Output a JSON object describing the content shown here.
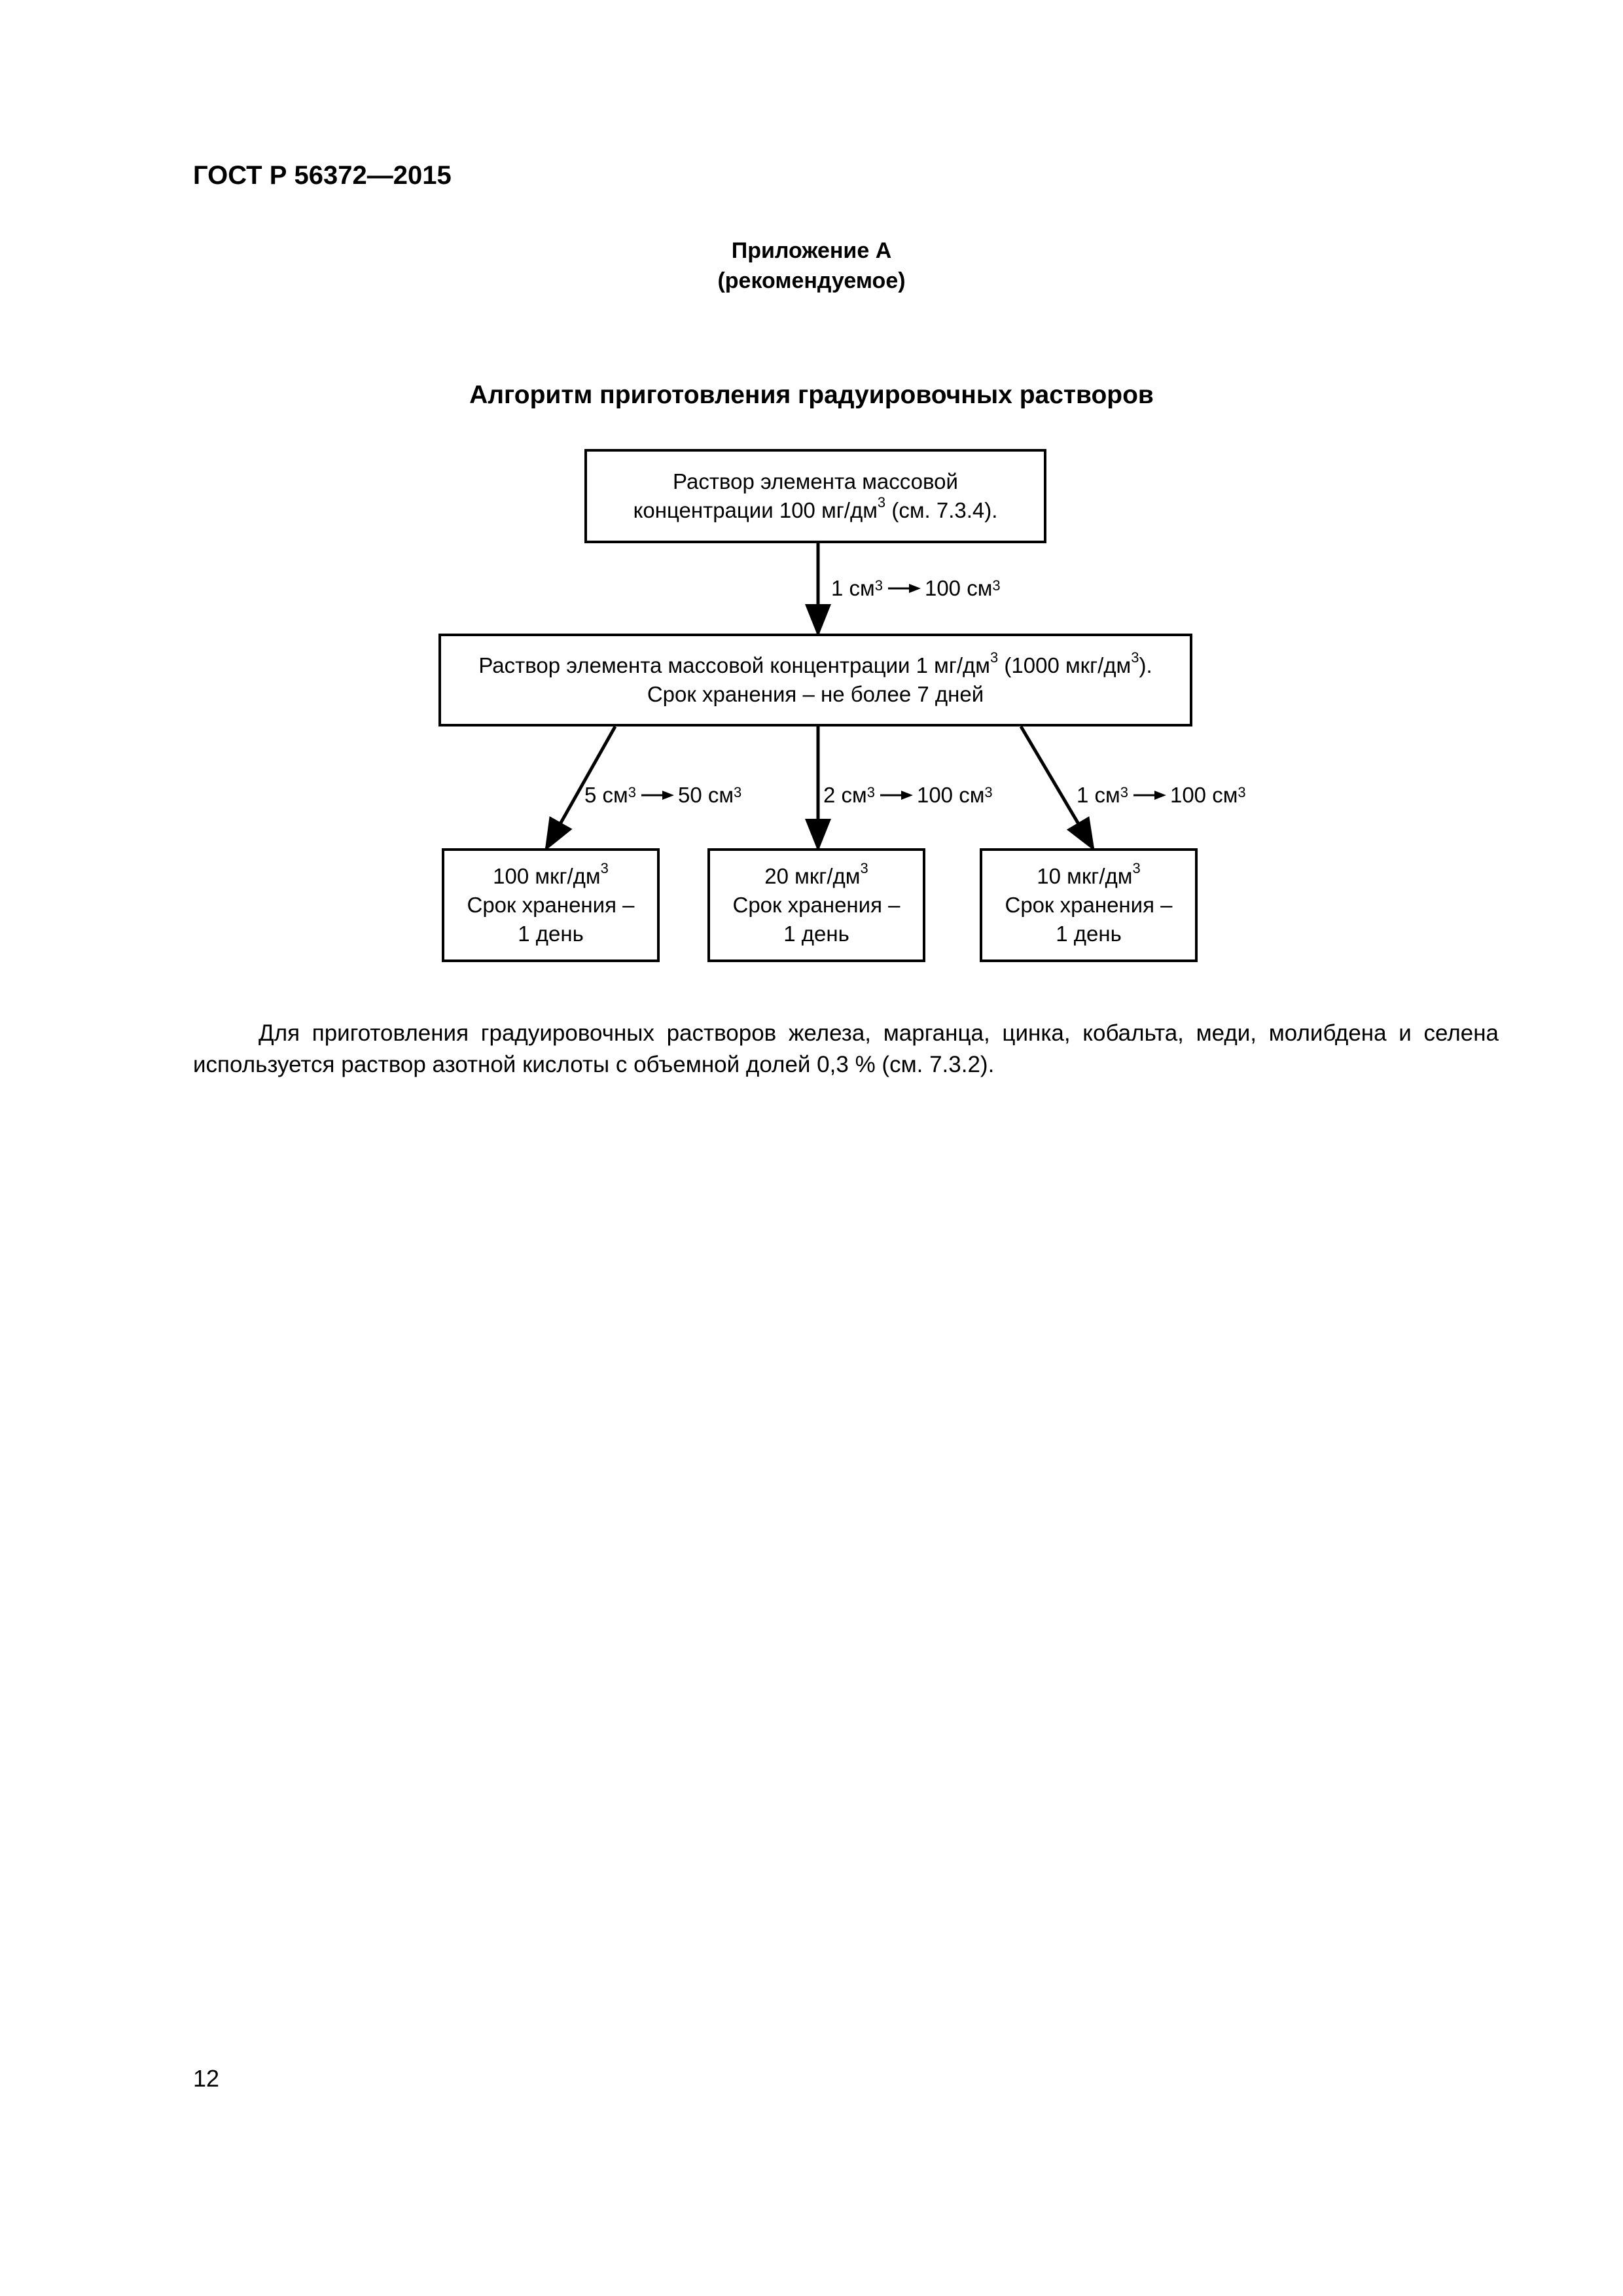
{
  "header": {
    "doc_code": "ГОСТ Р 56372—2015"
  },
  "appendix": {
    "title": "Приложение А",
    "status": "(рекомендуемое)"
  },
  "diagram": {
    "title": "Алгоритм приготовления градуировочных растворов",
    "top_box": {
      "line1": "Раствор элемента массовой",
      "line2_pre": "концентрации 100 мг/дм",
      "line2_post": " (см. 7.3.4)."
    },
    "arrow_top": {
      "from": "1 см",
      "to": "100 см"
    },
    "mid_box": {
      "line1_a": "Раствор элемента массовой концентрации 1 мг/дм",
      "line1_b": " (1000 мкг/дм",
      "line1_c": ").",
      "line2": "Срок хранения – не более 7 дней"
    },
    "branches": [
      {
        "from": "5 см",
        "to": "50 см",
        "conc": "100 мкг/дм",
        "storage": "Срок хранения –",
        "days": "1 день"
      },
      {
        "from": "2 см",
        "to": "100 см",
        "conc": "20 мкг/дм",
        "storage": "Срок хранения –",
        "days": "1 день"
      },
      {
        "from": "1 см",
        "to": "100 см",
        "conc": "10 мкг/дм",
        "storage": "Срок хранения –",
        "days": "1 день"
      }
    ],
    "sup3": "3"
  },
  "body": {
    "paragraph": "Для приготовления градуировочных растворов железа, марганца, цинка, кобальта, меди, молибдена и селена используется раствор азотной кислоты с объемной долей 0,3 % (см. 7.3.2)."
  },
  "footer": {
    "page_number": "12"
  }
}
